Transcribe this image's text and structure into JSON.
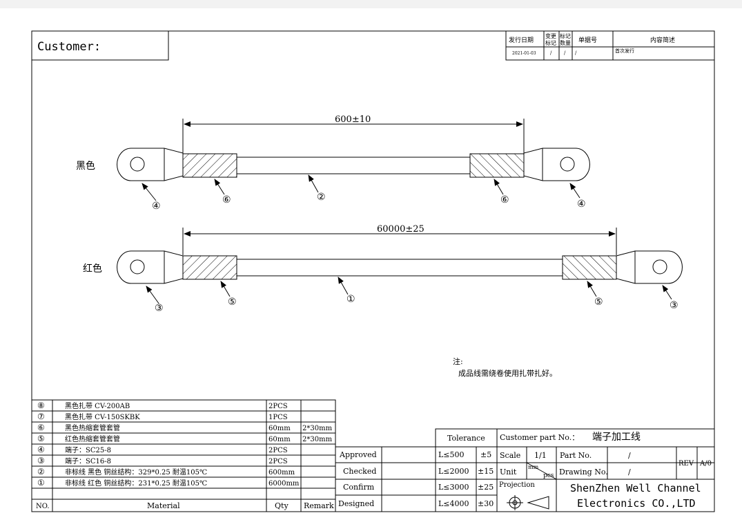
{
  "header": {
    "customer_label": "Customer:",
    "revision_table": {
      "headers": [
        "发行日期",
        "变更",
        "标记",
        "标记",
        "数量",
        "单据号",
        "内容简述"
      ],
      "row": [
        "2021-01-03",
        "/",
        "/",
        "/",
        "首次发行"
      ]
    }
  },
  "drawing": {
    "black_label": "黑色",
    "red_label": "红色",
    "black_dim": "600±10",
    "red_dim": "60000±25",
    "balloons": {
      "b1": "④",
      "b2": "⑥",
      "b3": "②",
      "b4": "⑥",
      "b5": "④",
      "r1": "③",
      "r2": "⑤",
      "r3": "①",
      "r4": "⑤",
      "r5": "③"
    },
    "note_title": "注:",
    "note_text": "成品线需绕卷使用扎带扎好。"
  },
  "bom": {
    "rows": [
      {
        "no": "⑧",
        "material": "黑色扎带 CV-200AB",
        "qty": "2PCS",
        "remark": ""
      },
      {
        "no": "⑦",
        "material": "黑色扎带 CV-150SKBK",
        "qty": "1PCS",
        "remark": ""
      },
      {
        "no": "⑥",
        "material": "黑色热缩套管套管",
        "qty": "60mm",
        "remark": "2*30mm"
      },
      {
        "no": "⑤",
        "material": "红色热缩套管套管",
        "qty": "60mm",
        "remark": "2*30mm"
      },
      {
        "no": "④",
        "material": "端子：SC25-8",
        "qty": "2PCS",
        "remark": ""
      },
      {
        "no": "③",
        "material": "端子：SC16-8",
        "qty": "2PCS",
        "remark": ""
      },
      {
        "no": "②",
        "material": "非标线  黑色  铜丝结构：329*0.25 耐温105℃",
        "qty": "600mm",
        "remark": ""
      },
      {
        "no": "①",
        "material": "非标线  红色  铜丝结构：231*0.25 耐温105℃",
        "qty": "6000mm",
        "remark": ""
      }
    ],
    "header": {
      "no": "NO.",
      "material": "Material",
      "qty": "Qty",
      "remark": "Remark"
    }
  },
  "title_block": {
    "approved": "Approved",
    "checked": "Checked",
    "confirm": "Confirm",
    "designed": "Designed",
    "tolerance_header": "Tolerance",
    "tolerances": [
      {
        "range": "L≤500",
        "value": "±5"
      },
      {
        "range": "L≤2000",
        "value": "±15"
      },
      {
        "range": "L≤3000",
        "value": "±25"
      },
      {
        "range": "L≤4000",
        "value": "±30"
      }
    ],
    "customer_part_label": "Customer part No.：",
    "customer_part_value": "端子加工线",
    "scale_label": "Scale",
    "scale_value": "1/1",
    "unit_label": "Unit",
    "unit_top": "mm",
    "unit_bottom": "pcs",
    "projection_label": "Projection",
    "part_no_label": "Part No.",
    "part_no_value": "/",
    "drawing_no_label": "Drawing No.",
    "drawing_no_value": "/",
    "rev_label": "REV",
    "rev_value": "A/0",
    "company_line1": "ShenZhen Well Channel",
    "company_line2": "Electronics CO.,LTD"
  }
}
